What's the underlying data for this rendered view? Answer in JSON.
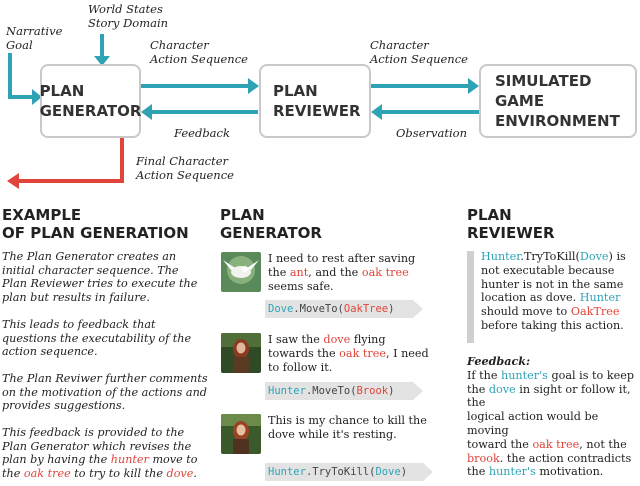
{
  "top": {
    "narrative_goal": [
      "Narrative",
      "Goal"
    ],
    "world_states": [
      "World States",
      "Story Domain"
    ],
    "char_action_seq_left": [
      "Character",
      "Action Sequence"
    ],
    "char_action_seq_right": [
      "Character",
      "Action Sequence"
    ],
    "feedback": "Feedback",
    "observation": "Observation",
    "final_seq": [
      "Final Character",
      "Action Sequence"
    ],
    "plan_generator": [
      "PLAN",
      "GENERATOR"
    ],
    "plan_reviewer": [
      "PLAN",
      "REVIEWER"
    ],
    "sim_env": [
      "SIMULATED",
      "GAME ENVIRONMENT"
    ]
  },
  "example": {
    "heading": [
      "EXAMPLE",
      "OF PLAN GENERATION"
    ],
    "p1": [
      "The Plan Generator creates an",
      "initial character sequence. The",
      "Plan Reviewer tries to execute the",
      "plan but results in failure."
    ],
    "p2": [
      "This leads to feedback that",
      "questions the executability of the",
      "action sequence."
    ],
    "p3": [
      "The Plan Reviwer further comments",
      "on the motivation of the actions and",
      "provides suggestions."
    ],
    "p4_lines": [
      "This feedback is provided to the",
      "Plan Generator which revises the",
      "plan by having the"
    ],
    "p4_hunter": "hunter",
    "p4_tail1": "move to",
    "p4_the": "the",
    "p4_oak": "oak tree",
    "p4_tail2": "to try to kill the",
    "p4_dove": "dove",
    "p4_end": "."
  },
  "generator": {
    "heading": [
      "PLAN",
      "GENERATOR"
    ],
    "s1a": "I need to rest after saving",
    "s1b_pre": "the",
    "s1b_ant": "ant",
    "s1b_mid": ", and the",
    "s1b_oak": "oak tree",
    "s1c": "seems safe.",
    "code1_obj": "Dove",
    "code1_fn": ".MoveTo(",
    "code1_arg": "OakTree",
    "code1_end": ")",
    "s2a_pre": "I saw the",
    "s2a_dove": "dove",
    "s2a_post": "flying",
    "s2b_pre": "towards the",
    "s2b_oak": "oak tree",
    "s2b_post": ", I need",
    "s2c": "to follow it.",
    "code2_obj": "Hunter",
    "code2_fn": ".MoveTo(",
    "code2_arg": "Brook",
    "code2_end": ")",
    "s3a": "This is my chance to kill the",
    "s3b": "dove while it's resting.",
    "code3_obj": "Hunter",
    "code3_fn": ".TryToKill(",
    "code3_arg": "Dove",
    "code3_end": ")"
  },
  "reviewer": {
    "heading": [
      "PLAN",
      "REVIEWER"
    ],
    "q_hunter": "Hunter",
    "q_fn": ".TryToKill(",
    "q_dove": "Dove",
    "q_end": ") is",
    "q_lines": [
      "not executable because",
      "hunter is not in the same",
      "location as dove."
    ],
    "q_hunter2": "Hunter",
    "q_should": "should move to",
    "q_oak": "OakTree",
    "q_last": "before taking this action.",
    "fb_label": "Feedback:",
    "fb1_pre": "If the",
    "fb1_hunter": "hunter's",
    "fb1_post": "goal is to keep",
    "fb2_pre": "the",
    "fb2_dove": "dove",
    "fb2_post": "in sight or follow it, the",
    "fb3": "logical action would be moving",
    "fb4_pre": "toward the",
    "fb4_oak": "oak tree",
    "fb4_post": ", not the",
    "fb5_brook": "brook",
    "fb5_post": ". the action contradicts",
    "fb6_pre": "the",
    "fb6_hunter": "hunter's",
    "fb6_post": "motivation."
  },
  "colors": {
    "teal": "#2ea3b5",
    "red": "#e0443a",
    "box_border": "#c9c9c9",
    "code_bg": "#e3e3e3"
  }
}
